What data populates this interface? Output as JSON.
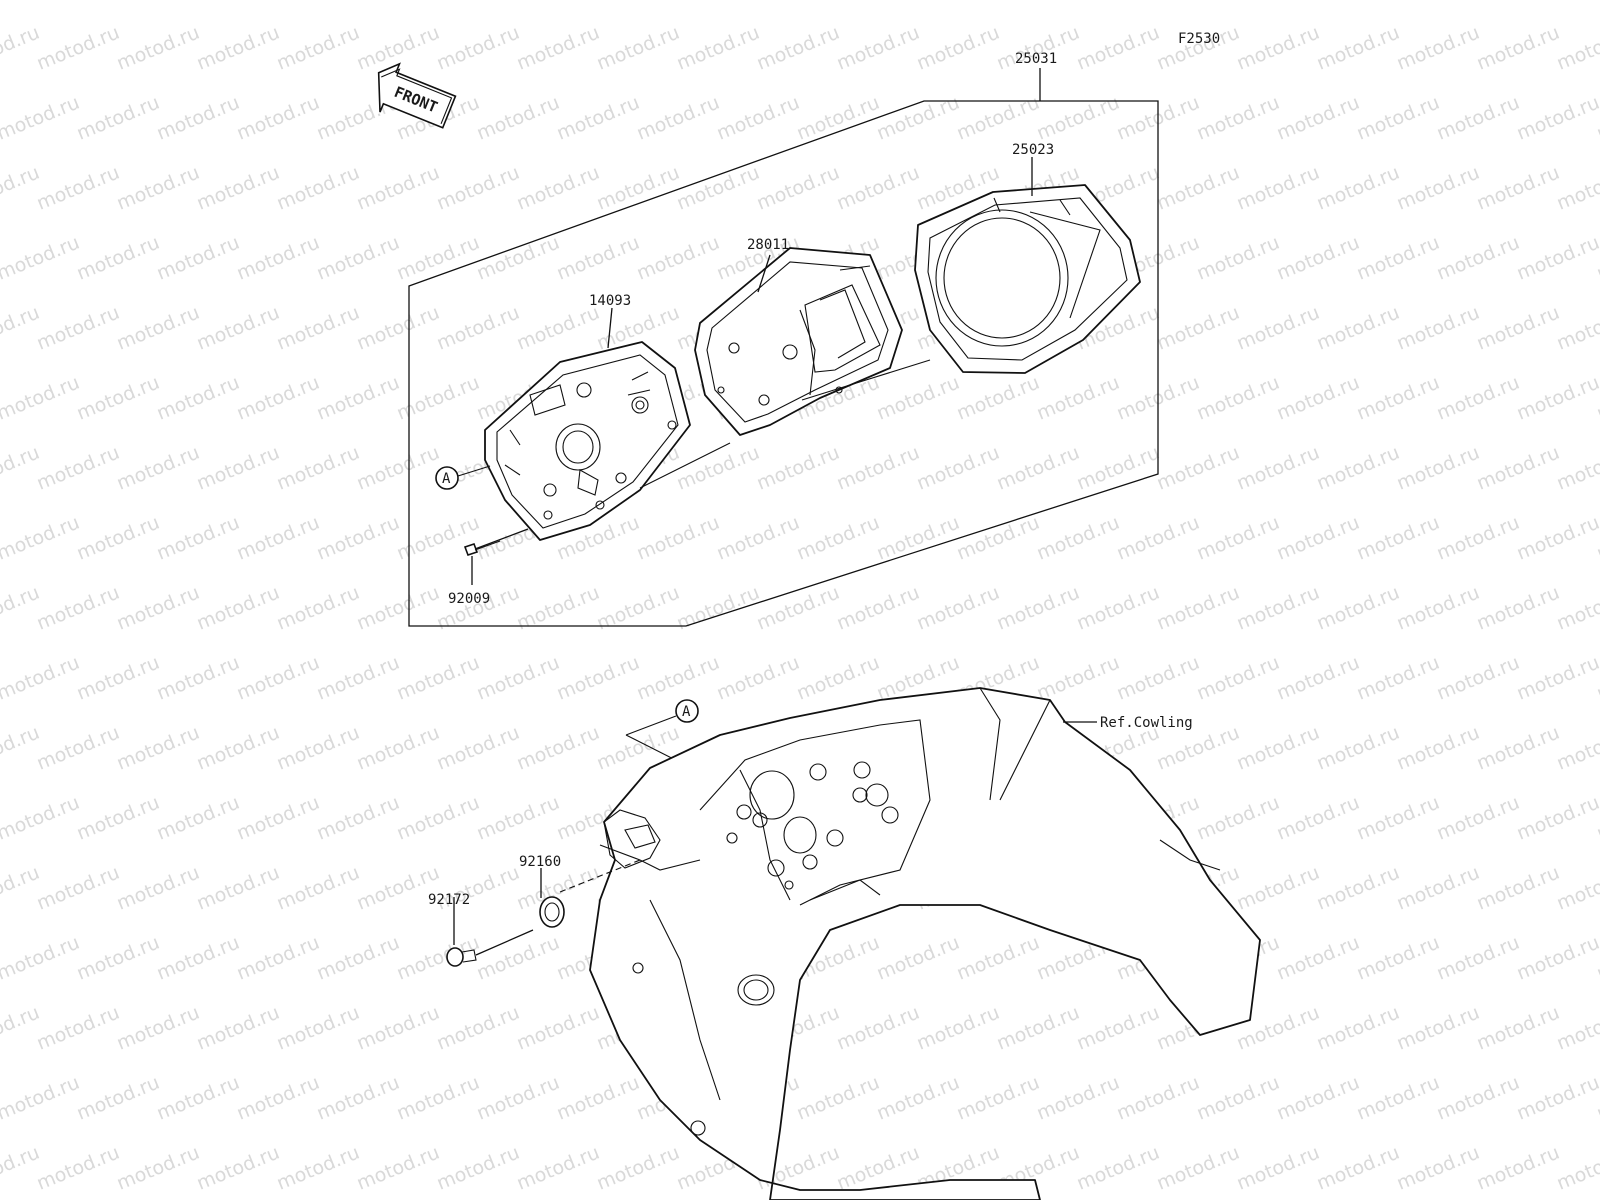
{
  "figure_id": "F2530",
  "direction_label": "FRONT",
  "watermark_text": "motod.ru",
  "callouts": {
    "assembly": "25031",
    "cover": "25023",
    "meter_unit": "28011",
    "case": "14093",
    "screw": "92009",
    "damper": "92160",
    "bolt": "92172"
  },
  "reference_label": "Ref.Cowling",
  "connector_marks": [
    "A",
    "A"
  ],
  "colors": {
    "line": "#111111",
    "watermark": "#d9d9d9",
    "background": "#ffffff"
  }
}
